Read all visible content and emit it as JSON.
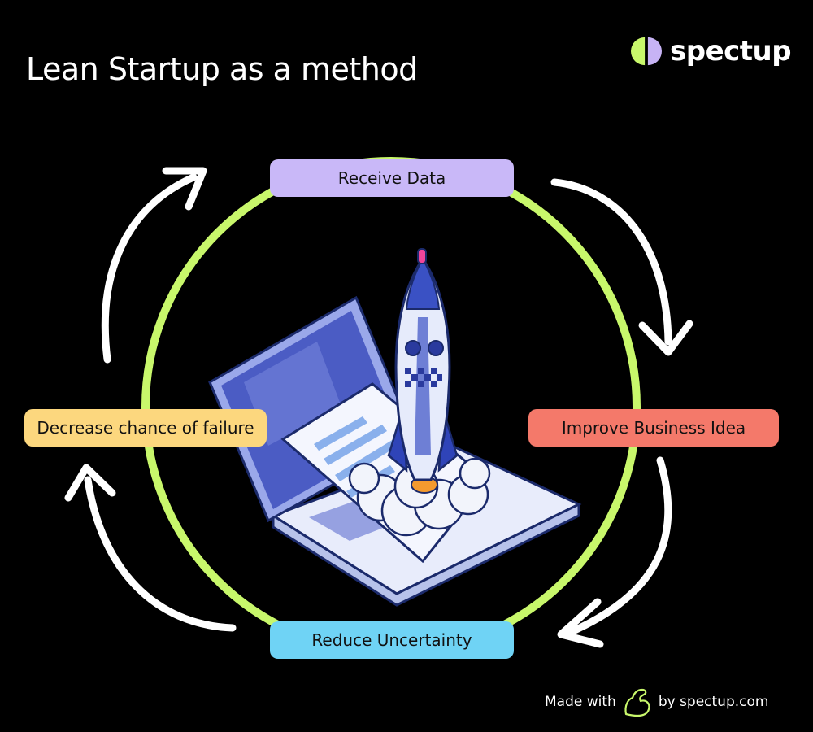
{
  "title": "Lean Startup as a method",
  "brand": {
    "name": "spectup"
  },
  "colors": {
    "background": "#000000",
    "cycle_ring": "#c8f76b",
    "logo_left": "#c8f76b",
    "logo_right": "#c7b3f5"
  },
  "cycle": {
    "steps": [
      {
        "label": "Receive Data",
        "color": "#c9b8f8"
      },
      {
        "label": "Improve Business Idea",
        "color": "#f4796a"
      },
      {
        "label": "Reduce Uncertainty",
        "color": "#6fd3f5"
      },
      {
        "label": "Decrease chance of failure",
        "color": "#fcd77e"
      }
    ],
    "center_illustration": "rocket-launching-from-laptop",
    "arrow_icons": [
      "curved-arrow-icon",
      "curved-arrow-icon",
      "curved-arrow-icon",
      "curved-arrow-icon"
    ]
  },
  "footer": {
    "prefix": "Made with",
    "icon": "flexed-arm-icon",
    "suffix": "by spectup.com"
  }
}
